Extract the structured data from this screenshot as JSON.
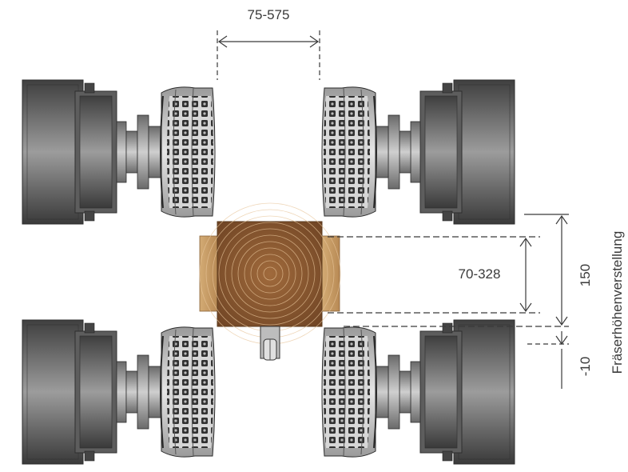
{
  "dimensions": {
    "top_width": "75-575",
    "timber_height": "70-328",
    "adjust_range": "150",
    "adjust_offset": "-10",
    "side_label": "Fräserhöhenverstellung"
  },
  "colors": {
    "motor_dark": "#4a4a4a",
    "motor_mid": "#8a8a8a",
    "motor_light": "#c8c8c8",
    "cutter_light": "#d9d9d9",
    "cutter_dark": "#2a2a2a",
    "timber_face": "#8a5a35",
    "timber_side": "#c39a66",
    "dimension_line": "#3a3a3a"
  }
}
